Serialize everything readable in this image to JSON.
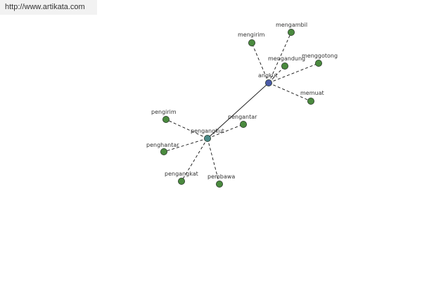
{
  "watermark": {
    "url": "http://www.artikata.com"
  },
  "graph": {
    "colors": {
      "root_node": "#4a5aa8",
      "hub_node": "#4a8a88",
      "leaf_node": "#4a8a3e",
      "node_stroke": "#2a3a2a",
      "edge": "#111111",
      "label": "#333333"
    },
    "nodes": [
      {
        "id": "angkut",
        "label": "angkut",
        "kind": "root"
      },
      {
        "id": "pengangkut",
        "label": "pengangkut",
        "kind": "hub"
      },
      {
        "id": "mengirim",
        "label": "mengirim",
        "kind": "leaf"
      },
      {
        "id": "mengambil",
        "label": "mengambil",
        "kind": "leaf"
      },
      {
        "id": "mengandung",
        "label": "mengandung",
        "kind": "leaf"
      },
      {
        "id": "menggotong",
        "label": "menggotong",
        "kind": "leaf"
      },
      {
        "id": "memuat",
        "label": "memuat",
        "kind": "leaf"
      },
      {
        "id": "pengirim",
        "label": "pengirim",
        "kind": "leaf"
      },
      {
        "id": "pengantar",
        "label": "pengantar",
        "kind": "leaf"
      },
      {
        "id": "penghantar",
        "label": "penghantar",
        "kind": "leaf"
      },
      {
        "id": "pengangkat",
        "label": "pengangkat",
        "kind": "leaf"
      },
      {
        "id": "pembawa",
        "label": "pembawa",
        "kind": "leaf"
      }
    ],
    "edges": [
      {
        "from": "angkut",
        "to": "pengangkut",
        "style": "solid"
      },
      {
        "from": "angkut",
        "to": "mengirim",
        "style": "dashed"
      },
      {
        "from": "angkut",
        "to": "mengambil",
        "style": "dashed"
      },
      {
        "from": "angkut",
        "to": "mengandung",
        "style": "dashed"
      },
      {
        "from": "angkut",
        "to": "menggotong",
        "style": "dashed"
      },
      {
        "from": "angkut",
        "to": "memuat",
        "style": "dashed"
      },
      {
        "from": "pengangkut",
        "to": "pengirim",
        "style": "dashed"
      },
      {
        "from": "pengangkut",
        "to": "pengantar",
        "style": "dashed"
      },
      {
        "from": "pengangkut",
        "to": "penghantar",
        "style": "dashed"
      },
      {
        "from": "pengangkut",
        "to": "pengangkat",
        "style": "dashed"
      },
      {
        "from": "pengangkut",
        "to": "pembawa",
        "style": "dashed"
      }
    ]
  }
}
